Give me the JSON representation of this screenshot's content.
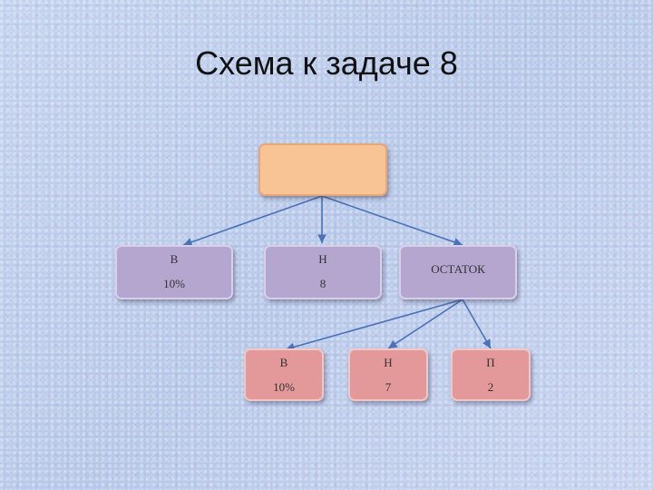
{
  "slide": {
    "title": "Схема к задаче 8"
  },
  "diagram": {
    "root": {
      "label": ""
    },
    "level1": [
      {
        "label": "В",
        "value": "10%"
      },
      {
        "label": "Н",
        "value": "8"
      },
      {
        "label": "ОСТАТОК",
        "value": ""
      }
    ],
    "level2": [
      {
        "label": "В",
        "value": "10%"
      },
      {
        "label": "Н",
        "value": "7"
      },
      {
        "label": "П",
        "value": "2"
      }
    ],
    "colors": {
      "root_fill": "#f8c496",
      "level1_fill": "#b4a6ce",
      "level2_fill": "#e3999a",
      "connector": "#4a72b8"
    }
  }
}
